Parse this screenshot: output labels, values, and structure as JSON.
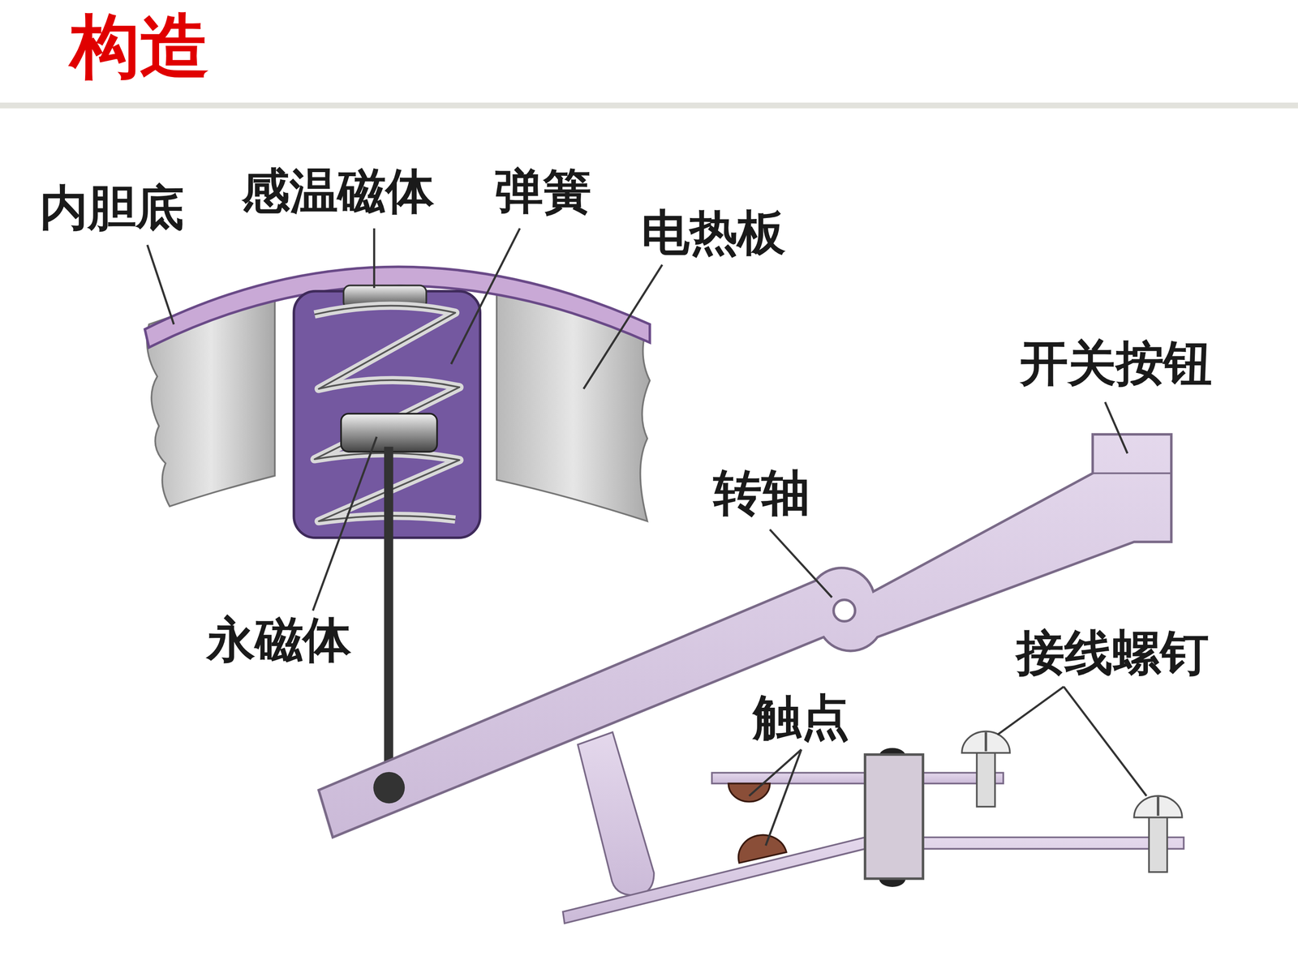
{
  "diagram": {
    "title": "构造",
    "labels": [
      "内胆底",
      "感温磁体",
      "弹簧",
      "电热板",
      "开关按钮",
      "转轴",
      "永磁体",
      "触点",
      "接线螺钉"
    ]
  }
}
